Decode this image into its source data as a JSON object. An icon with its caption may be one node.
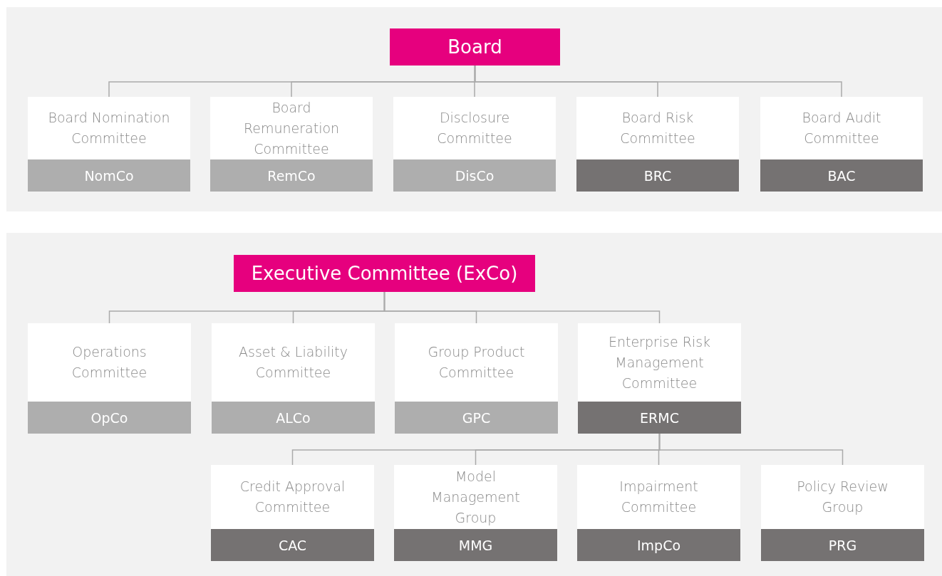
{
  "diagram": {
    "nodes": [
      {
        "text": [
          "Board"
        ]
      },
      {
        "text": [
          "Board Nomination Committee",
          "NomCo"
        ]
      },
      {
        "text": [
          "Board Remuneration Committee",
          "RemCo"
        ]
      },
      {
        "text": [
          "Disclosure Committee",
          "DisCo"
        ]
      },
      {
        "text": [
          "Board Risk Committee",
          "BRC"
        ]
      },
      {
        "text": [
          "Board Audit Committee",
          "BAC"
        ]
      },
      {
        "text": [
          "Executive Committee (ExCo)"
        ]
      },
      {
        "text": [
          "Operations Committee",
          "OpCo"
        ]
      },
      {
        "text": [
          "Asset & Liability Committee",
          "ALCo"
        ]
      },
      {
        "text": [
          "Group Product Committee",
          "GPC"
        ]
      },
      {
        "text": [
          "Enterprise Risk Management Committee",
          "ERMC"
        ]
      },
      {
        "text": [
          "Credit Approval Committee",
          "CAC"
        ]
      },
      {
        "text": [
          "Model Management Group",
          "MMG"
        ]
      },
      {
        "text": [
          "Impairment Committee",
          "ImpCo"
        ]
      },
      {
        "text": [
          "Policy Review Group",
          "PRG"
        ]
      }
    ],
    "edges": [
      {
        "from": 0,
        "to": 1,
        "arrow": "none"
      },
      {
        "from": 0,
        "to": 2,
        "arrow": "none"
      },
      {
        "from": 0,
        "to": 3,
        "arrow": "none"
      },
      {
        "from": 0,
        "to": 4,
        "arrow": "none"
      },
      {
        "from": 0,
        "to": 5,
        "arrow": "none"
      },
      {
        "from": 6,
        "to": 7,
        "arrow": "none"
      },
      {
        "from": 6,
        "to": 8,
        "arrow": "none"
      },
      {
        "from": 6,
        "to": 9,
        "arrow": "none"
      },
      {
        "from": 6,
        "to": 10,
        "arrow": "none"
      },
      {
        "from": 10,
        "to": 11,
        "arrow": "none"
      },
      {
        "from": 10,
        "to": 12,
        "arrow": "none"
      },
      {
        "from": 10,
        "to": 13,
        "arrow": "none"
      },
      {
        "from": 10,
        "to": 14,
        "arrow": "none"
      }
    ]
  }
}
